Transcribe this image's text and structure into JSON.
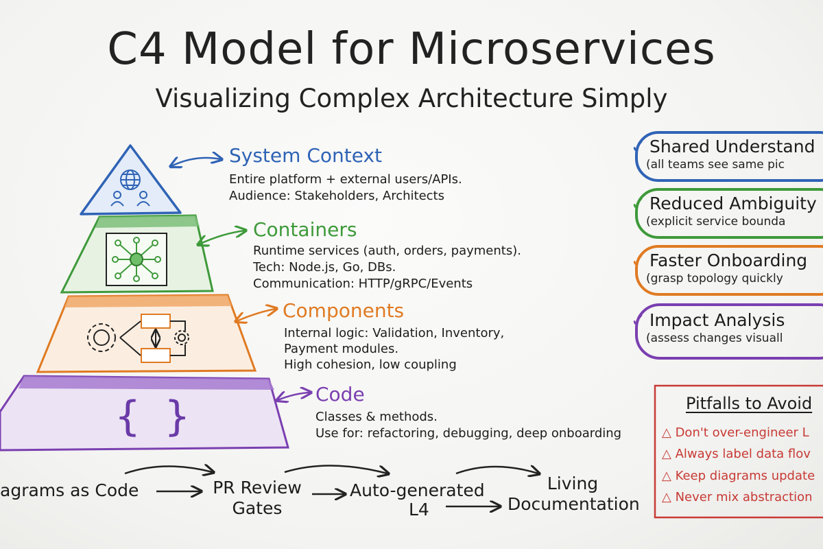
{
  "title": "C4 Model for Microservices",
  "subtitle": "Visualizing Complex Architecture Simply",
  "levels": [
    {
      "title": "System Context",
      "color": "#2f63b5",
      "lines": [
        "Entire platform + external users/APIs.",
        "Audience: Stakeholders, Architects"
      ],
      "icon": "globe-users-icon"
    },
    {
      "title": "Containers",
      "color": "#3e9a3a",
      "lines": [
        "Runtime services (auth, orders, payments).",
        "Tech: Node.js, Go, DBs.",
        "Communication: HTTP/gRPC/Events"
      ],
      "icon": "network-hub-icon"
    },
    {
      "title": "Components",
      "color": "#e07a22",
      "lines": [
        "Internal logic: Validation, Inventory,",
        "Payment modules.",
        "High cohesion, low coupling"
      ],
      "icon": "gears-modules-icon"
    },
    {
      "title": "Code",
      "color": "#7a3fb0",
      "lines": [
        "Classes & methods.",
        "Use for: refactoring, debugging, deep onboarding"
      ],
      "icon": "braces-icon",
      "icon_text": "{ }"
    }
  ],
  "benefits": [
    {
      "check": "✓",
      "title": "Shared Understand",
      "note": "(all teams see same pic",
      "color": "#2f63b5"
    },
    {
      "check": "✓",
      "title": "Reduced Ambiguity",
      "note": "(explicit service bounda",
      "color": "#3e9a3a"
    },
    {
      "check": "✓",
      "title": "Faster Onboarding",
      "note": "(grasp topology quickly",
      "color": "#e07a22"
    },
    {
      "check": "✓",
      "title": "Impact Analysis",
      "note": "(assess changes visuall",
      "color": "#7a3fb0"
    }
  ],
  "pitfalls": {
    "title": "Pitfalls to Avoid",
    "color": "#c83a34",
    "items": [
      "△ Don't over-engineer L",
      "△ Always label data flov",
      "△ Keep diagrams update",
      "△ Never mix abstraction"
    ]
  },
  "flow": {
    "steps": [
      "agrams as Code",
      "PR Review",
      "Gates",
      "Auto-generated",
      "L4",
      "Living",
      "Documentation"
    ]
  }
}
